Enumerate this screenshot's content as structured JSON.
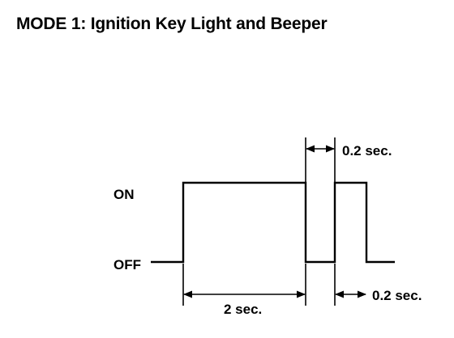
{
  "title": "MODE 1: Ignition Key Light and Beeper",
  "levels": {
    "on": "ON",
    "off": "OFF"
  },
  "timing": {
    "first_duration": "2 sec.",
    "beep_on_duration": "0.2 sec.",
    "beep_off_duration": "0.2 sec."
  },
  "colors": {
    "line": "#000000",
    "background": "#ffffff"
  }
}
